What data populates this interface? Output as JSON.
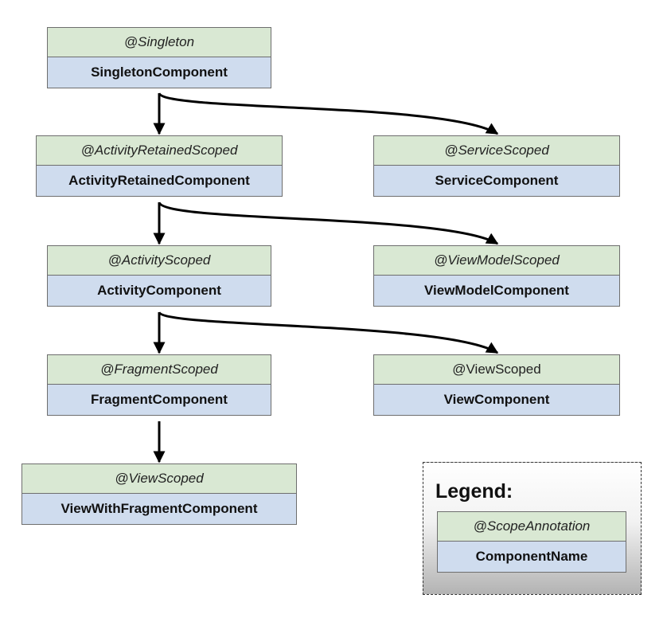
{
  "nodes": {
    "singleton": {
      "scope": "@Singleton",
      "component": "SingletonComponent"
    },
    "activity_retained": {
      "scope": "@ActivityRetainedScoped",
      "component": "ActivityRetainedComponent"
    },
    "service": {
      "scope": "@ServiceScoped",
      "component": "ServiceComponent"
    },
    "activity": {
      "scope": "@ActivityScoped",
      "component": "ActivityComponent"
    },
    "view_model": {
      "scope": "@ViewModelScoped",
      "component": "ViewModelComponent"
    },
    "fragment": {
      "scope": "@FragmentScoped",
      "component": "FragmentComponent"
    },
    "view": {
      "scope": "@ViewScoped",
      "component": "ViewComponent"
    },
    "view_with_fragment": {
      "scope": "@ViewScoped",
      "component": "ViewWithFragmentComponent"
    }
  },
  "legend": {
    "title": "Legend:",
    "scope": "@ScopeAnnotation",
    "component": "ComponentName"
  },
  "colors": {
    "scope_fill": "#d9e8d3",
    "component_fill": "#cfdcee",
    "border": "#6e6e6e",
    "arrow": "#000000"
  },
  "edges": [
    {
      "from": "SingletonComponent",
      "to": "ActivityRetainedComponent"
    },
    {
      "from": "SingletonComponent",
      "to": "ServiceComponent"
    },
    {
      "from": "ActivityRetainedComponent",
      "to": "ActivityComponent"
    },
    {
      "from": "ActivityRetainedComponent",
      "to": "ViewModelComponent"
    },
    {
      "from": "ActivityComponent",
      "to": "FragmentComponent"
    },
    {
      "from": "ActivityComponent",
      "to": "ViewComponent"
    },
    {
      "from": "FragmentComponent",
      "to": "ViewWithFragmentComponent"
    }
  ]
}
